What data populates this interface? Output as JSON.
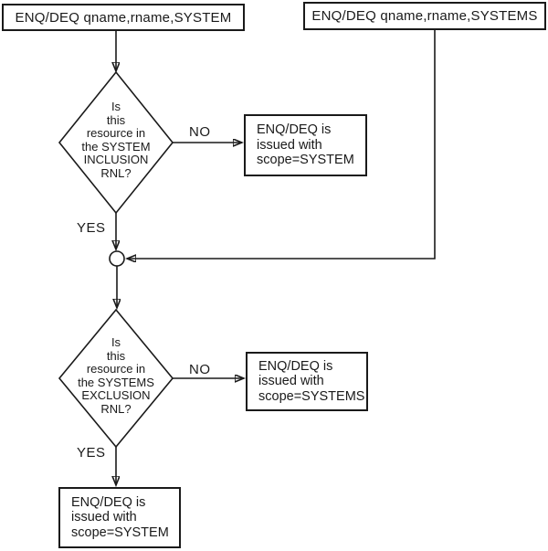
{
  "diagram": {
    "type": "flowchart",
    "colors": {
      "line": "#1a1a1a",
      "background": "#ffffff",
      "text": "#1a1a1a"
    },
    "start_left_box": {
      "label": "ENQ/DEQ qname,rname,SYSTEM"
    },
    "start_right_box": {
      "label": "ENQ/DEQ qname,rname,SYSTEMS"
    },
    "decision1": {
      "question": "Is\nthis\nresource in\nthe SYSTEM\nINCLUSION\nRNL?",
      "no_label": "NO",
      "yes_label": "YES"
    },
    "result_no1": {
      "label": "ENQ/DEQ is\nissued with\nscope=SYSTEM"
    },
    "decision2": {
      "question": "Is\nthis\nresource in\nthe SYSTEMS\nEXCLUSION\nRNL?",
      "no_label": "NO",
      "yes_label": "YES"
    },
    "result_no2": {
      "label": "ENQ/DEQ is\nissued with\nscope=SYSTEMS"
    },
    "result_yes2": {
      "label": "ENQ/DEQ is\nissued with\nscope=SYSTEM"
    }
  }
}
